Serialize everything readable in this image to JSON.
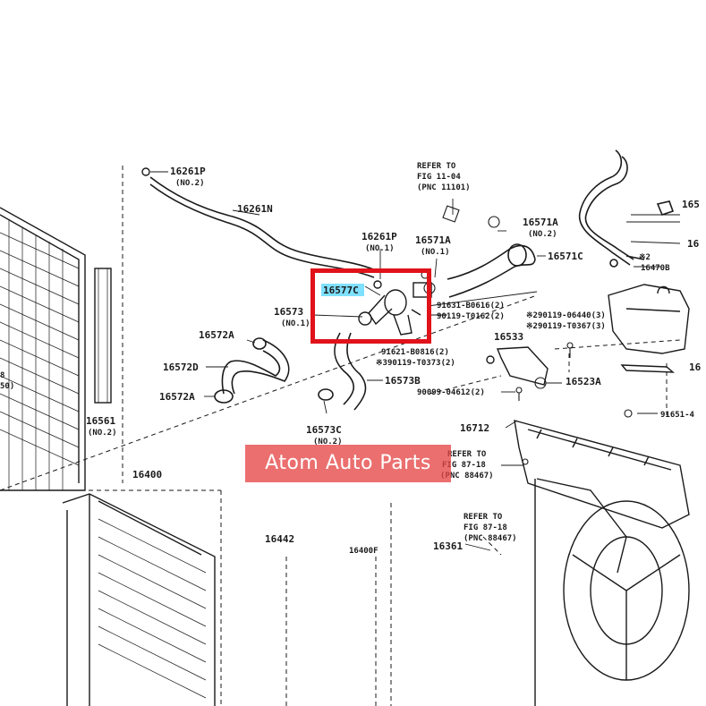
{
  "labels": {
    "l16261P_top": "16261P",
    "l16261P_top_sub": "(NO.2)",
    "l16261N": "16261N",
    "l16261P_mid": "16261P",
    "l16261P_mid_sub": "(NO.1)",
    "l16571A_mid": "16571A",
    "l16571A_mid_sub": "(NO.1)",
    "l16571A_right": "16571A",
    "l16571A_right_sub": "(NO.2)",
    "l16571C": "16571C",
    "l16577C": "16577C",
    "l16573": "16573",
    "l16573_sub": "(NO.1)",
    "l91631": "91631-B0616(2)",
    "l90119_a": "90119-T0162(2)",
    "l90119_b": "※290119-06440(3)",
    "l90119_c": "※290119-T0367(3)",
    "l91621": "91621-B0816(2)",
    "l90119_d": "※390119-T0373(2)",
    "l16533": "16533",
    "l16572A_top": "16572A",
    "l16572D": "16572D",
    "l16572A_bot": "16572A",
    "l16573B": "16573B",
    "l16573C": "16573C",
    "l16573C_sub": "(NO.2)",
    "l90099": "90099-04612(2)",
    "l16523A": "16523A",
    "l16712": "16712",
    "l91651": "91651-4",
    "l16561": "16561",
    "l16561_sub": "(NO.2)",
    "l16400": "16400",
    "l16442": "16442",
    "l16400F": "16400F",
    "l16361": "16361",
    "l16470B": "16470B",
    "l165_top": "165",
    "l16_right": "16",
    "l16_right2": "16",
    "l_x2": "※2",
    "l_left_a": "8",
    "l_left_b": "50)",
    "refer1_a": "REFER TO",
    "refer1_b": "FIG 11-04",
    "refer1_c": "(PNC 11101)",
    "refer2_a": "REFER TO",
    "refer2_b": "FIG 87-18",
    "refer2_c": "(PNC 88467)",
    "refer3_a": "REFER TO",
    "refer3_b": "FIG 87-18",
    "refer3_c": "(PNC 88467)"
  },
  "watermark": "Atom Auto Parts",
  "colors": {
    "line": "#1a1a1a",
    "highlight": "#e0121a",
    "highlight_label": "#7fe0ff",
    "watermark_bg": "#e64646"
  }
}
